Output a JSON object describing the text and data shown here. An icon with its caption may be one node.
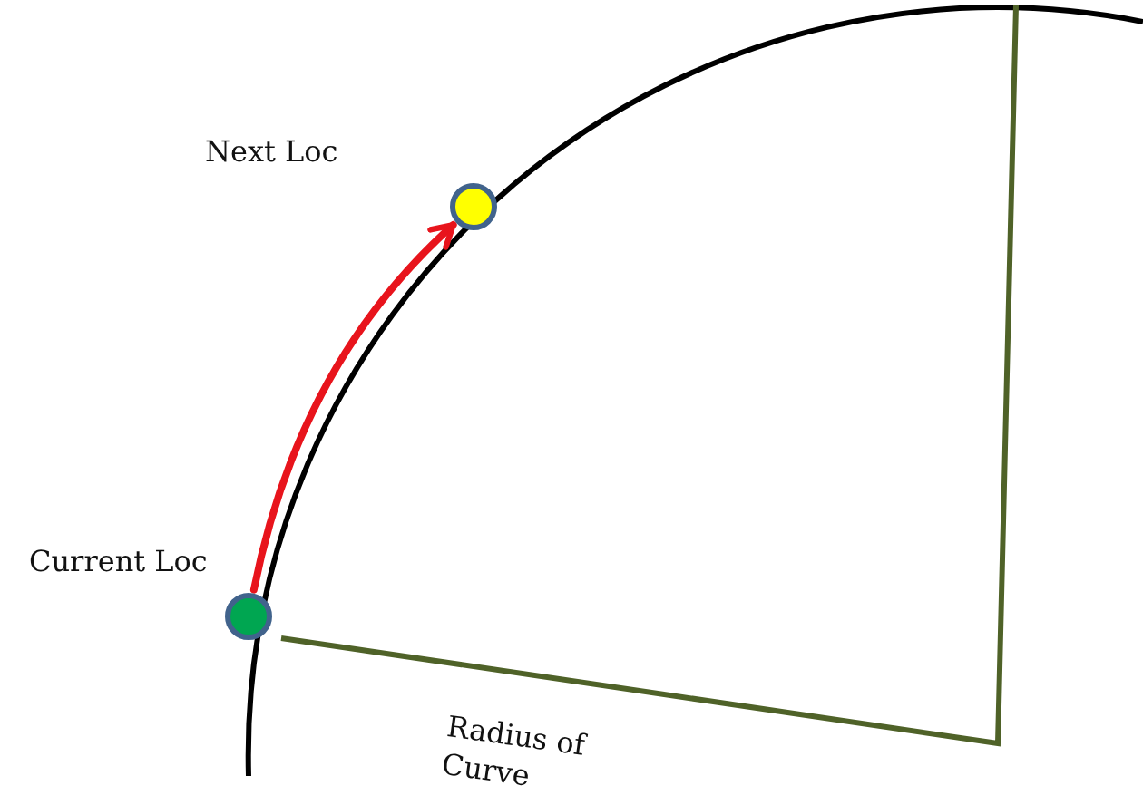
{
  "diagram": {
    "nodes": [
      {
        "text": [],
        "shape": "circle",
        "beside": [
          "Next Loc"
        ]
      },
      {
        "text": [],
        "shape": "circle",
        "beside": [
          "Current Loc"
        ]
      }
    ],
    "edges": [
      {
        "from": 1,
        "to": 0,
        "arrow": "to"
      }
    ],
    "labels": [
      "Radius of Curve"
    ]
  }
}
